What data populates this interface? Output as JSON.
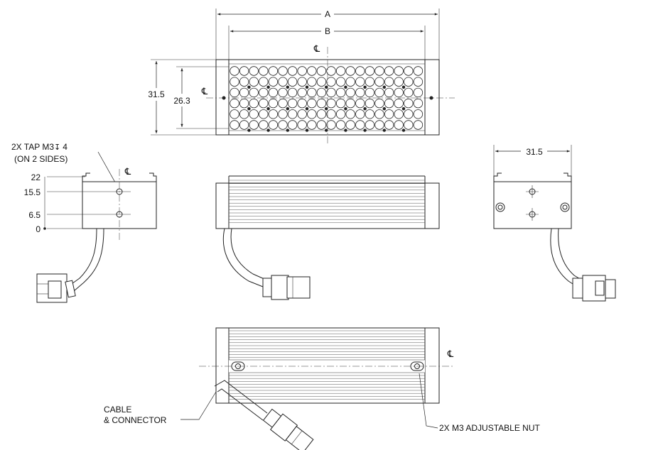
{
  "dimensions": {
    "overall_length": "A",
    "led_length": "B",
    "height": "31.5",
    "led_height": "26.3",
    "side_width": "31.5"
  },
  "side_scale": [
    "22",
    "15.5",
    "6.5",
    "0"
  ],
  "centerline_symbol": "℄",
  "callouts": {
    "tap_line1": "2X TAP M3",
    "tap_depth_symbol": "↧",
    "tap_depth": "4",
    "tap_line2": "(ON 2 SIDES)",
    "cable_line1": "CABLE",
    "cable_line2": "& CONNECTOR",
    "nut": "2X M3 ADJUSTABLE NUT"
  }
}
